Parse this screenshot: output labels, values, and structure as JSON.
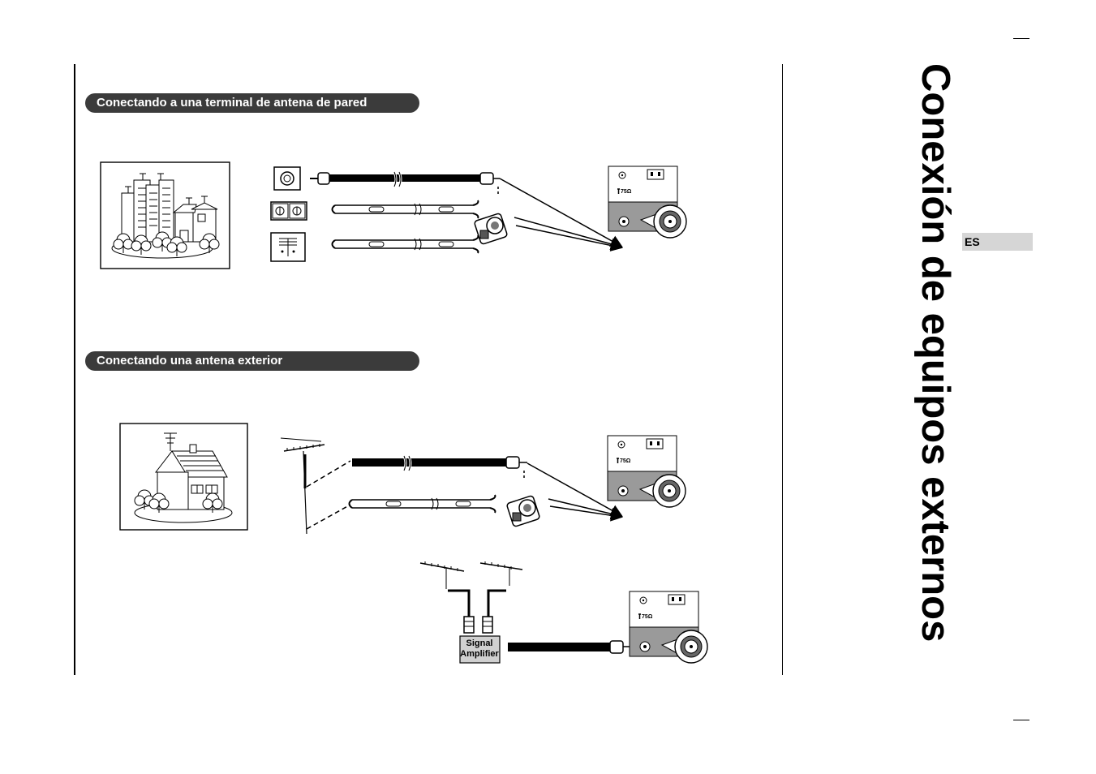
{
  "page": {
    "title": "Conexión de equipos externos",
    "language_tab": "ES"
  },
  "sections": [
    {
      "heading": "Conectando a una terminal de antena de pared"
    },
    {
      "heading": "Conectando una antena exterior"
    }
  ],
  "diagram": {
    "amplifier_label_line1": "Signal",
    "amplifier_label_line2": "Amplifier",
    "impedance_label": "75Ω"
  }
}
